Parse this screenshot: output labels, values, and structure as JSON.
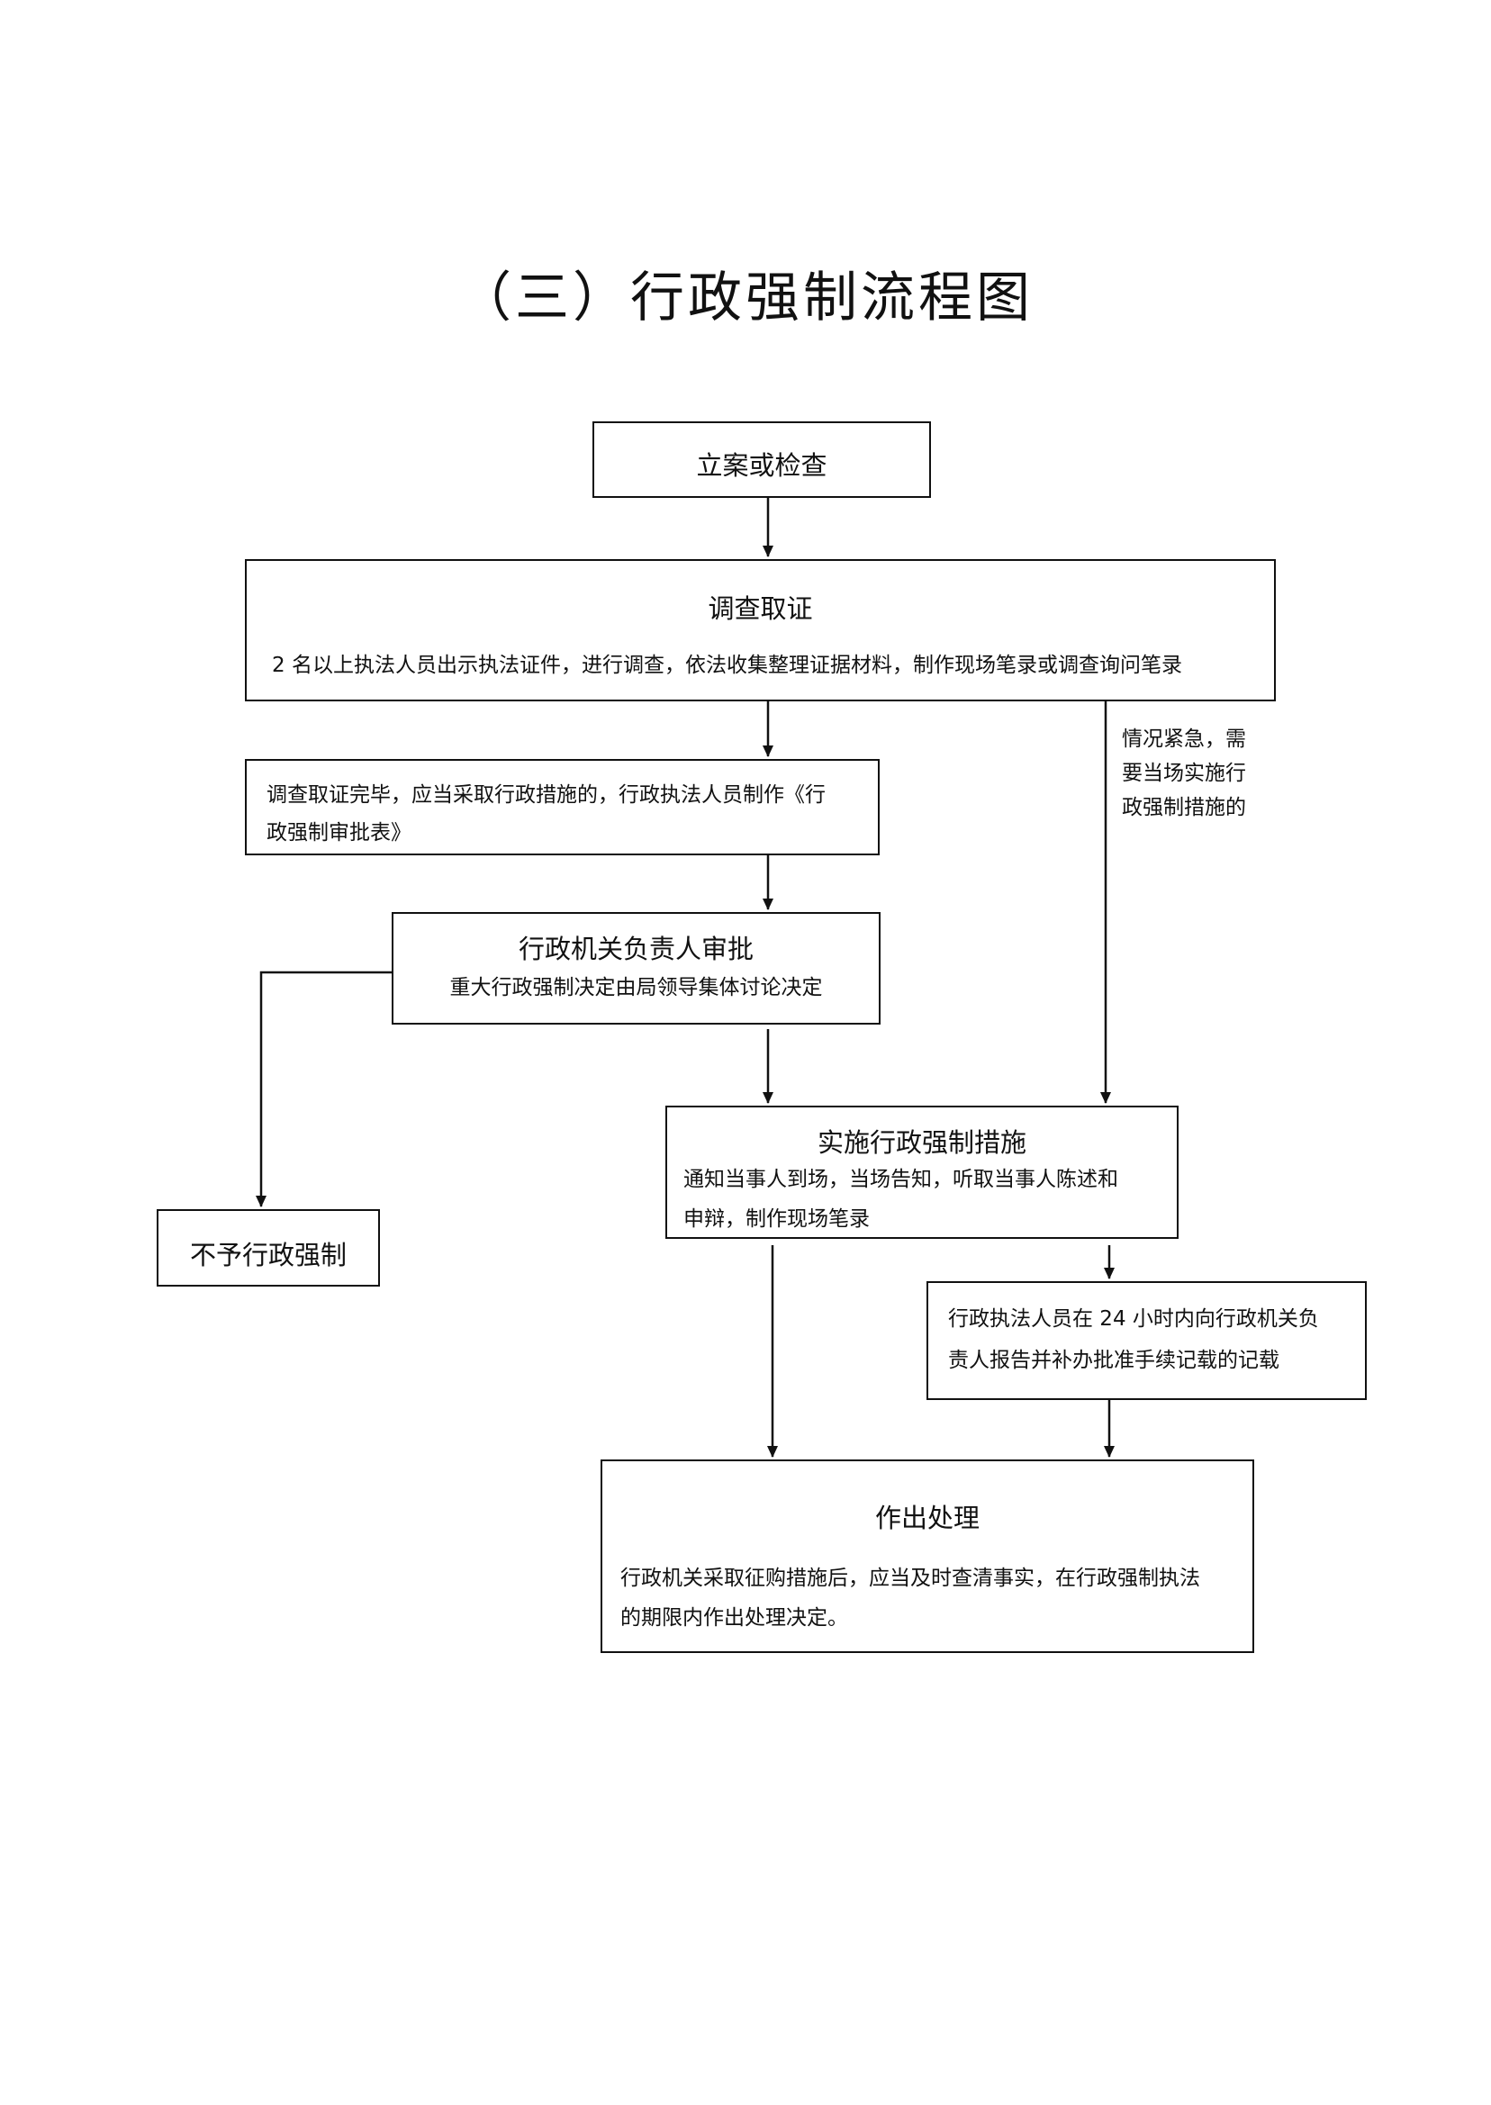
{
  "title": "（三）行政强制流程图",
  "nodes": {
    "filing": {
      "label": "立案或检查"
    },
    "investigation": {
      "label": "调查取证",
      "detail": "2 名以上执法人员出示执法证件，进行调查，依法收集整理证据材料，制作现场笔录或调查询问笔录"
    },
    "approval_form": {
      "line1": "调查取证完毕，应当采取行政措施的，行政执法人员制作《行",
      "line2": "政强制审批表》"
    },
    "leader_approval": {
      "label": "行政机关负责人审批",
      "detail": "重大行政强制决定由局领导集体讨论决定"
    },
    "not_enforced": {
      "label": "不予行政强制"
    },
    "implement": {
      "label": "实施行政强制措施",
      "line1": "通知当事人到场，当场告知，听取当事人陈述和",
      "line2": "申辩，制作现场笔录"
    },
    "report_24h": {
      "line1": "行政执法人员在  24  小时内向行政机关负",
      "line2": "责人报告并补办批准手续记载的记载"
    },
    "decision": {
      "label": "作出处理",
      "line1": "行政机关采取征购措施后，应当及时查清事实，在行政强制执法",
      "line2": "的期限内作出处理决定。"
    }
  },
  "emergency_note": {
    "line1": "情况紧急，需",
    "line2": "要当场实施行",
    "line3": "政强制措施的"
  },
  "colors": {
    "line": "#111111",
    "background": "#ffffff"
  }
}
